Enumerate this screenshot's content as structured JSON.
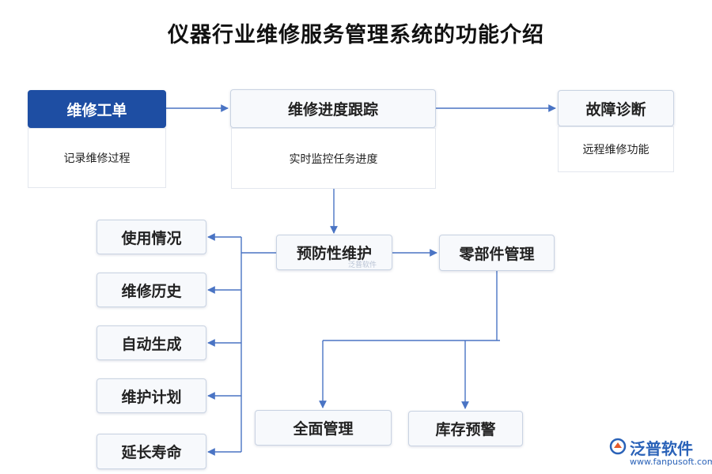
{
  "title": "仪器行业维修服务管理系统的功能介绍",
  "top_row": [
    {
      "label": "维修工单",
      "description": "记录维修过程"
    },
    {
      "label": "维修进度跟踪",
      "description": "实时监控任务进度"
    },
    {
      "label": "故障诊断",
      "description": "远程维修功能"
    }
  ],
  "preventive": {
    "label": "预防性维护",
    "watermark": "泛普软件"
  },
  "parts": {
    "label": "零部件管理"
  },
  "left_items": [
    "使用情况",
    "维修历史",
    "自动生成",
    "维护计划",
    "延长寿命"
  ],
  "bottom_items": [
    "全面管理",
    "库存预警"
  ],
  "brand": {
    "name": "泛普软件",
    "url": "www.fanpusoft.com"
  },
  "colors": {
    "primary": "#1e4ea3",
    "line": "#4a74c4",
    "box_bg": "#f7f9fc",
    "brand": "#2a62b8"
  }
}
